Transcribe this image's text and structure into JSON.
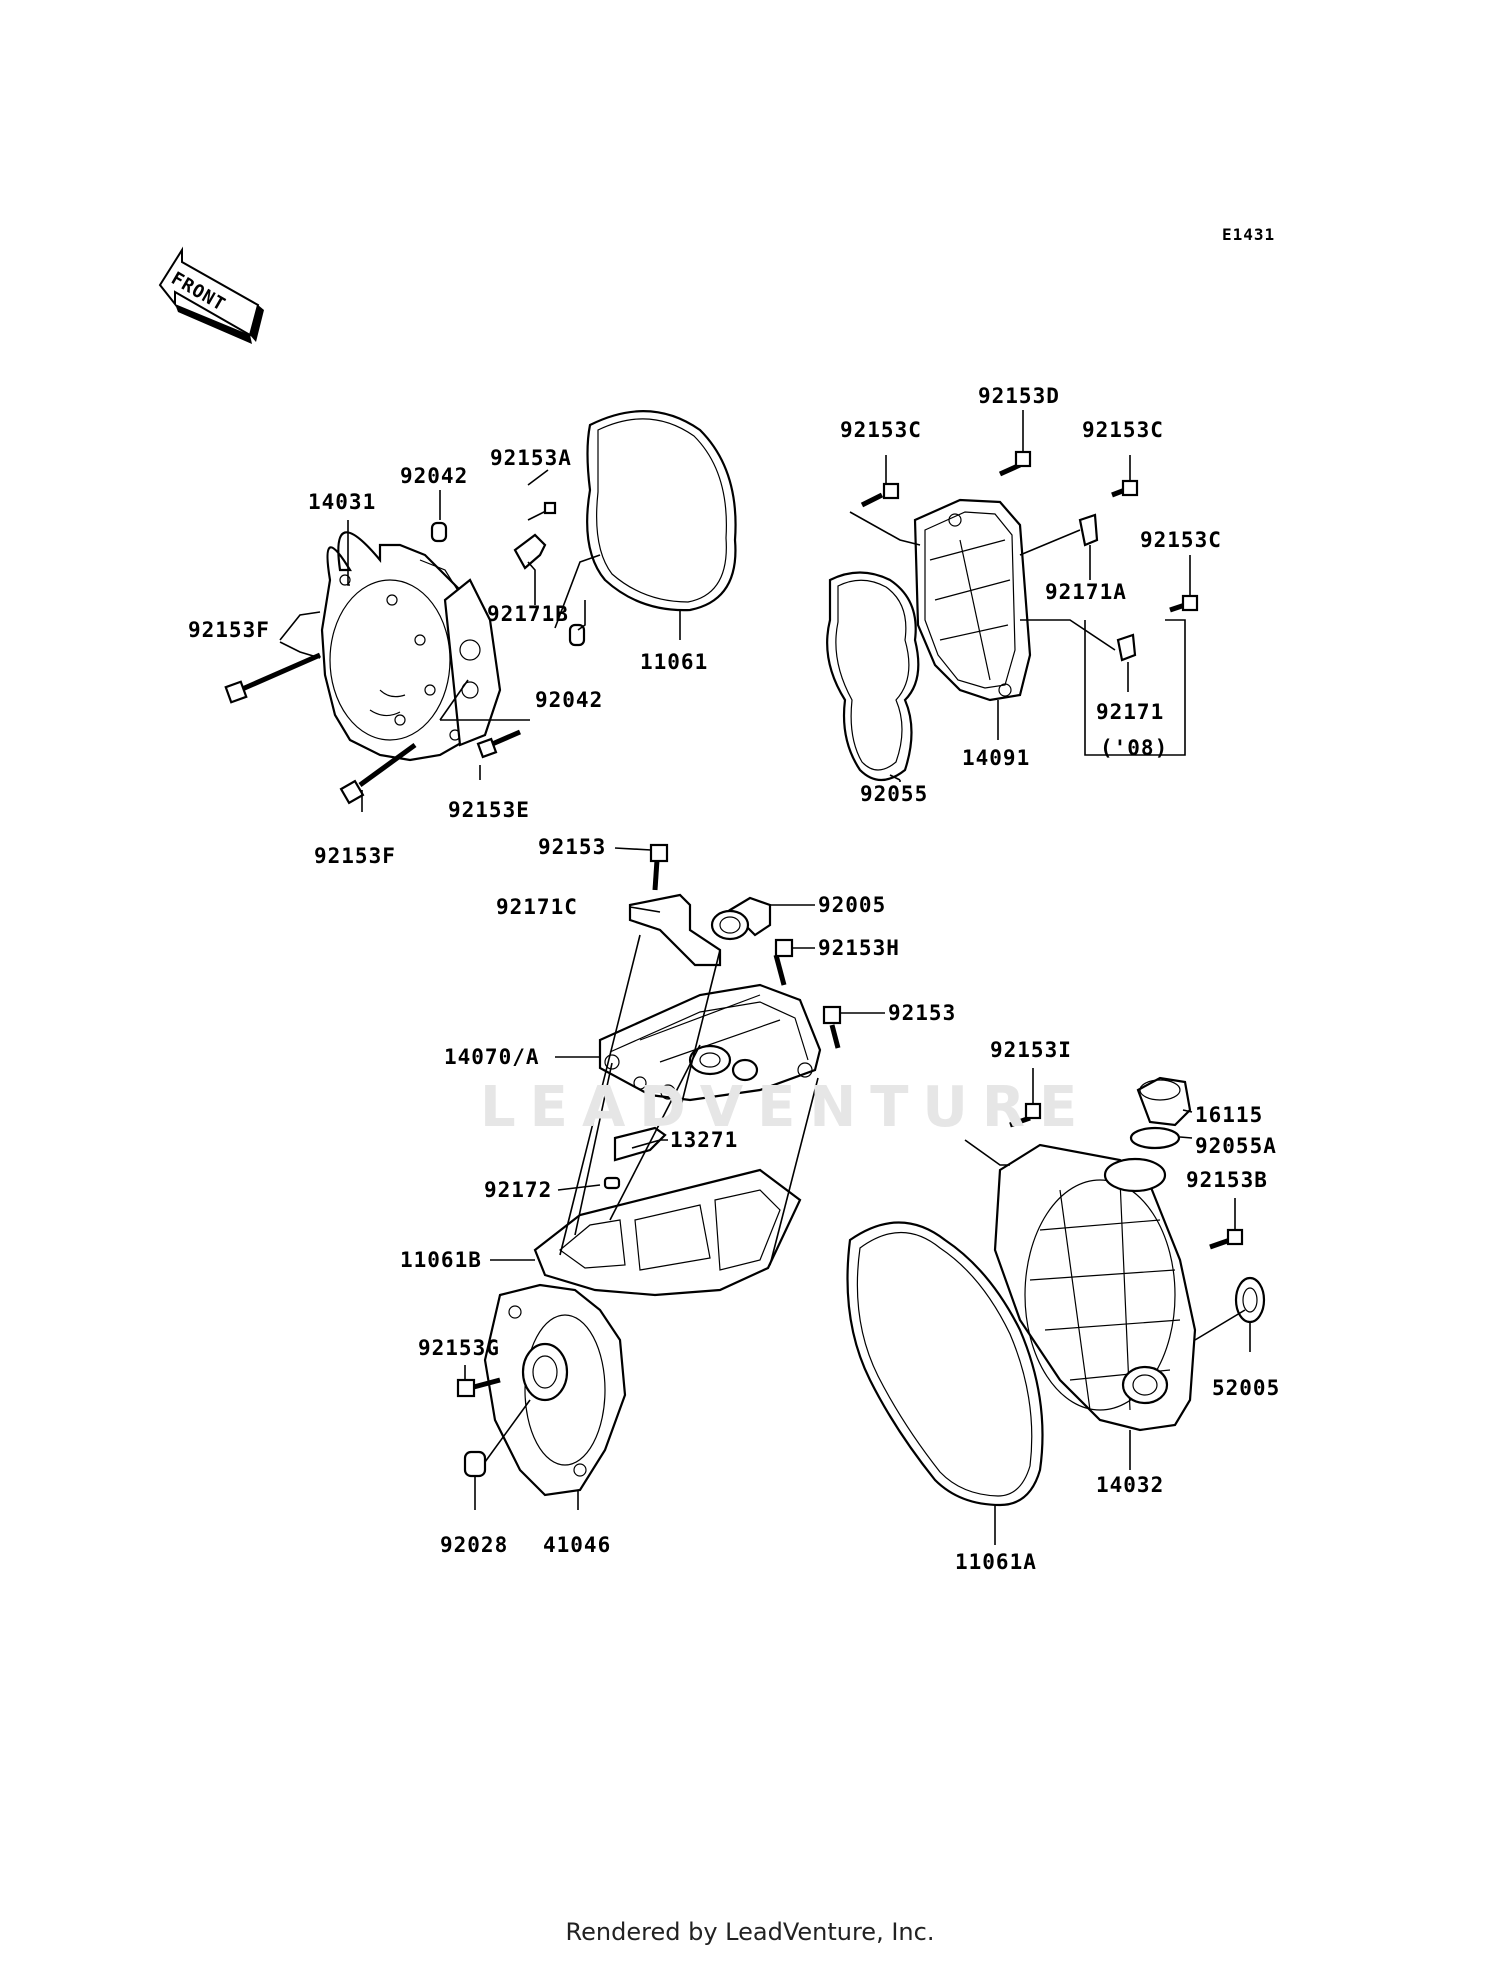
{
  "diagram_code": "E1431",
  "front_label": "FRONT",
  "watermark": "LEADVENTURE",
  "footer": "Rendered by LeadVenture, Inc.",
  "labels": {
    "p14031": "14031",
    "p92042a": "92042",
    "p92153A": "92153A",
    "p92171B": "92171B",
    "p92042b": "92042",
    "p11061": "11061",
    "p92153Fa": "92153F",
    "p92153E": "92153E",
    "p92153Fb": "92153F",
    "p92153Ca": "92153C",
    "p92153D": "92153D",
    "p92153Cb": "92153C",
    "p92153Cc": "92153C",
    "p92171A": "92171A",
    "p92171": "92171",
    "p08": "('08)",
    "p14091": "14091",
    "p92055": "92055",
    "p92153a": "92153",
    "p92171C": "92171C",
    "p92005": "92005",
    "p92153H": "92153H",
    "p92153b": "92153",
    "p14070A": "14070/A",
    "p13271": "13271",
    "p92172": "92172",
    "p11061B": "11061B",
    "p92153I": "92153I",
    "p16115": "16115",
    "p92055A": "92055A",
    "p92153B": "92153B",
    "p52005": "52005",
    "p14032": "14032",
    "p92153G": "92153G",
    "p92028": "92028",
    "p41046": "41046",
    "p11061A": "11061A"
  }
}
